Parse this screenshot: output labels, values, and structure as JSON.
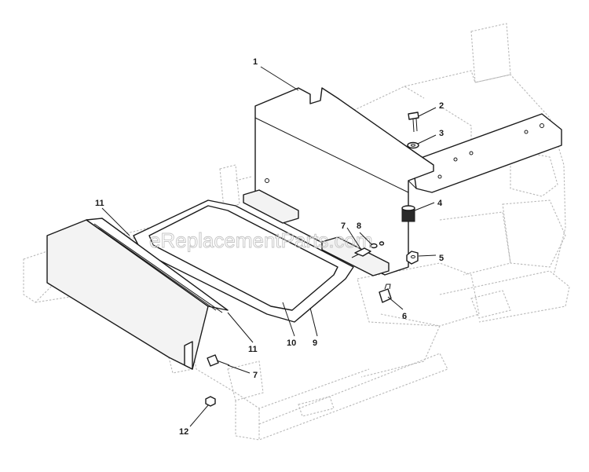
{
  "watermark": "eReplacementParts.com",
  "callouts": {
    "c1": "1",
    "c2": "2",
    "c3": "3",
    "c4": "4",
    "c5": "5",
    "c6": "6",
    "c7a": "7",
    "c7b": "7",
    "c8": "8",
    "c9": "9",
    "c10": "10",
    "c11a": "11",
    "c11b": "11",
    "c12": "12"
  }
}
